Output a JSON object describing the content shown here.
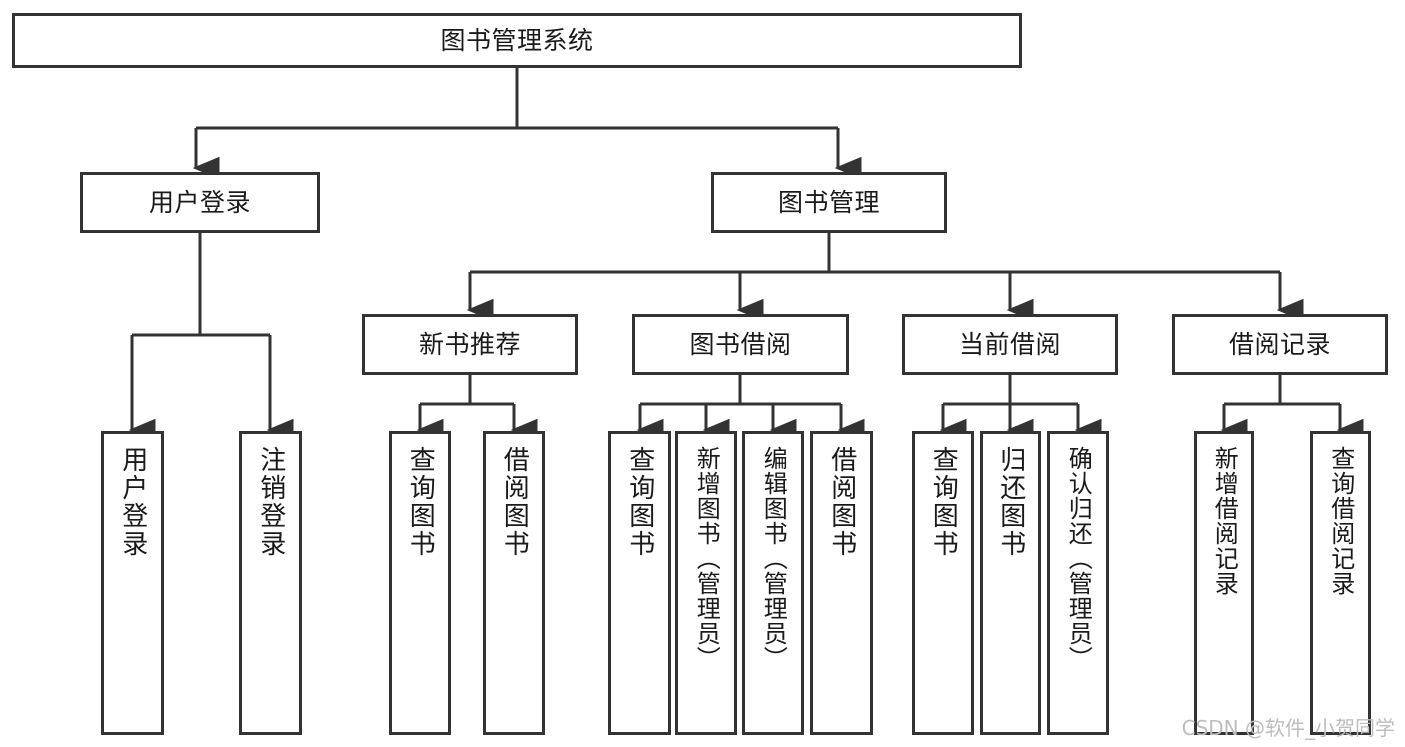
{
  "diagram": {
    "type": "tree-hierarchy",
    "watermark": "CSDN @软件_小贺同学",
    "colors": {
      "stroke": "#333333",
      "fill": "#ffffff",
      "text": "#1a1a1a",
      "watermark": "#bdbdbd"
    },
    "root": {
      "label": "图书管理系统"
    },
    "level2": [
      {
        "label": "用户登录"
      },
      {
        "label": "图书管理"
      }
    ],
    "level3": [
      {
        "label": "新书推荐"
      },
      {
        "label": "图书借阅"
      },
      {
        "label": "当前借阅"
      },
      {
        "label": "借阅记录"
      }
    ],
    "leaves": {
      "user_login": [
        {
          "label": "用户登录"
        },
        {
          "label": "注销登录"
        }
      ],
      "new_book_recommend": [
        {
          "label": "查询图书"
        },
        {
          "label": "借阅图书"
        }
      ],
      "book_borrow": [
        {
          "label": "查询图书"
        },
        {
          "label": "新增图书（管理员）"
        },
        {
          "label": "编辑图书（管理员）"
        },
        {
          "label": "借阅图书"
        }
      ],
      "current_borrow": [
        {
          "label": "查询图书"
        },
        {
          "label": "归还图书"
        },
        {
          "label": "确认归还（管理员）"
        }
      ],
      "borrow_record": [
        {
          "label": "新增借阅记录"
        },
        {
          "label": "查询借阅记录"
        }
      ]
    }
  }
}
